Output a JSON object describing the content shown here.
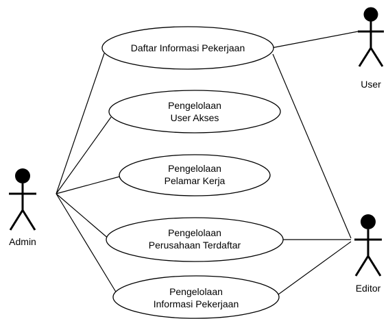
{
  "actors": {
    "user": {
      "label": "User"
    },
    "admin": {
      "label": "Admin"
    },
    "editor": {
      "label": "Editor"
    }
  },
  "use_cases": [
    {
      "id": "daftar-informasi-pekerjaan",
      "lines": [
        "Daftar Informasi Pekerjaan"
      ]
    },
    {
      "id": "pengelolaan-user-akses",
      "lines": [
        "Pengelolaan",
        "User Akses"
      ]
    },
    {
      "id": "pengelolaan-pelamar-kerja",
      "lines": [
        "Pengelolaan",
        "Pelamar Kerja"
      ]
    },
    {
      "id": "pengelolaan-perusahaan-terdaftar",
      "lines": [
        "Pengelolaan",
        "Perusahaan Terdaftar"
      ]
    },
    {
      "id": "pengelolaan-informasi-pekerjaan",
      "lines": [
        "Pengelolaan",
        "Informasi Pekerjaan"
      ]
    }
  ],
  "associations": [
    {
      "from": "user",
      "to": "daftar-informasi-pekerjaan"
    },
    {
      "from": "admin",
      "to": "daftar-informasi-pekerjaan"
    },
    {
      "from": "admin",
      "to": "pengelolaan-user-akses"
    },
    {
      "from": "admin",
      "to": "pengelolaan-pelamar-kerja"
    },
    {
      "from": "admin",
      "to": "pengelolaan-perusahaan-terdaftar"
    },
    {
      "from": "admin",
      "to": "pengelolaan-informasi-pekerjaan"
    },
    {
      "from": "editor",
      "to": "daftar-informasi-pekerjaan"
    },
    {
      "from": "editor",
      "to": "pengelolaan-perusahaan-terdaftar"
    },
    {
      "from": "editor",
      "to": "pengelolaan-informasi-pekerjaan"
    }
  ]
}
